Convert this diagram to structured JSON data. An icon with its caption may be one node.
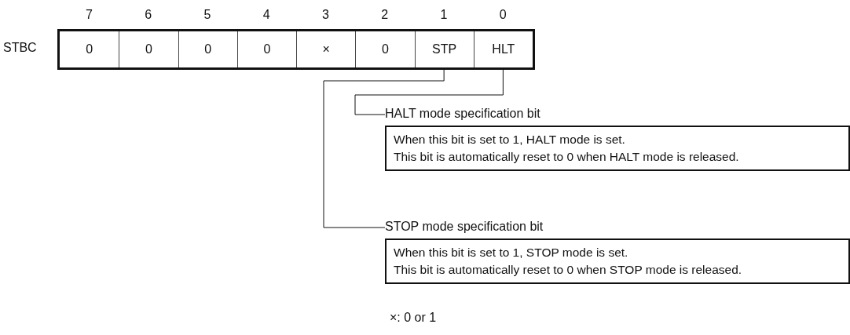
{
  "diagram": {
    "nodes": [
      {
        "text": [
          "0"
        ],
        "beside": [
          "7"
        ]
      },
      {
        "text": [
          "0"
        ],
        "beside": [
          "6"
        ]
      },
      {
        "text": [
          "0"
        ],
        "beside": [
          "5"
        ]
      },
      {
        "text": [
          "0"
        ],
        "beside": [
          "4"
        ]
      },
      {
        "text": [
          "×"
        ],
        "beside": [
          "3"
        ]
      },
      {
        "text": [
          "0"
        ],
        "beside": [
          "2"
        ]
      },
      {
        "text": [
          "STP"
        ],
        "beside": [
          "1"
        ]
      },
      {
        "text": [
          "HLT"
        ],
        "beside": [
          "0"
        ]
      },
      {
        "text": [
          "HALT mode specification bit",
          "When this bit is set to 1, HALT mode is set.",
          "This bit is automatically reset to 0 when HALT mode is released."
        ]
      },
      {
        "text": [
          "STOP mode specification bit",
          "When this bit is set to 1, STOP mode is set.",
          "This bit is automatically reset to 0 when STOP mode is released."
        ]
      }
    ],
    "edges": [
      {
        "from": 7,
        "to": 8,
        "arrow": "none"
      },
      {
        "from": 6,
        "to": 9,
        "arrow": "none"
      }
    ],
    "labels": [
      "STBC",
      "×: 0 or 1"
    ]
  }
}
